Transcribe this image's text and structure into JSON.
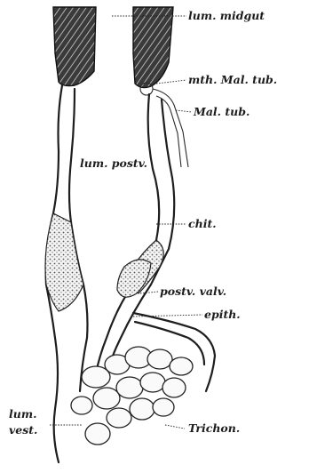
{
  "labels": {
    "lum_midgut": "lum. midgut",
    "mth_mal_tub": "mth. Mal. tub.",
    "mal_tub": "Mal. tub.",
    "lum_postv": "lum. postv.",
    "chit": "chit.",
    "postv_valv": "postv. valv.",
    "epith": "epith.",
    "lum": "lum.",
    "vest": "vest.",
    "trichon": "Trichon."
  }
}
